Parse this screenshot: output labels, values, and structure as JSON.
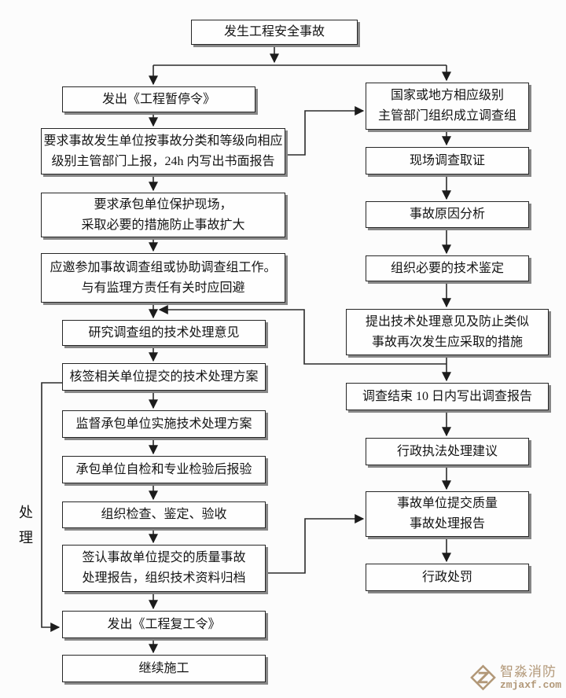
{
  "nodes": {
    "start": {
      "lines": [
        "发生工程安全事故"
      ]
    },
    "left": [
      {
        "lines": [
          "发出《工程暂停令》"
        ]
      },
      {
        "lines": [
          "要求事故发生单位按事故分类和等级向相应",
          "级别主管部门上报，24h 内写出书面报告"
        ]
      },
      {
        "lines": [
          "要求承包单位保护现场，",
          "采取必要的措施防止事故扩大"
        ]
      },
      {
        "lines": [
          "应邀参加事故调查组或协助调查组工作。",
          "与有监理方责任有关时应回避"
        ]
      },
      {
        "lines": [
          "研究调查组的技术处理意见"
        ]
      },
      {
        "lines": [
          "核签相关单位提交的技术处理方案"
        ]
      },
      {
        "lines": [
          "监督承包单位实施技术处理方案"
        ]
      },
      {
        "lines": [
          "承包单位自检和专业检验后报验"
        ]
      },
      {
        "lines": [
          "组织检查、鉴定、验收"
        ]
      },
      {
        "lines": [
          "签认事故单位提交的质量事故",
          "处理报告，组织技术资料归档"
        ]
      },
      {
        "lines": [
          "发出《工程复工令》"
        ]
      },
      {
        "lines": [
          "继续施工"
        ]
      }
    ],
    "right": [
      {
        "lines": [
          "国家或地方相应级别",
          "主管部门组织成立调查组"
        ]
      },
      {
        "lines": [
          "现场调查取证"
        ]
      },
      {
        "lines": [
          "事故原因分析"
        ]
      },
      {
        "lines": [
          "组织必要的技术鉴定"
        ]
      },
      {
        "lines": [
          "提出技术处理意见及防止类似",
          "事故再次发生应采取的措施"
        ]
      },
      {
        "lines": [
          "调查结束 10 日内写出调查报告"
        ]
      },
      {
        "lines": [
          "行政执法处理建议"
        ]
      },
      {
        "lines": [
          "事故单位提交质量",
          "事故处理报告"
        ]
      },
      {
        "lines": [
          "行政处罚"
        ]
      }
    ],
    "side_label": [
      "处",
      "理"
    ],
    "watermark": {
      "name": "智淼消防",
      "url": "zmjaxf.com",
      "color": "#b29878"
    }
  }
}
